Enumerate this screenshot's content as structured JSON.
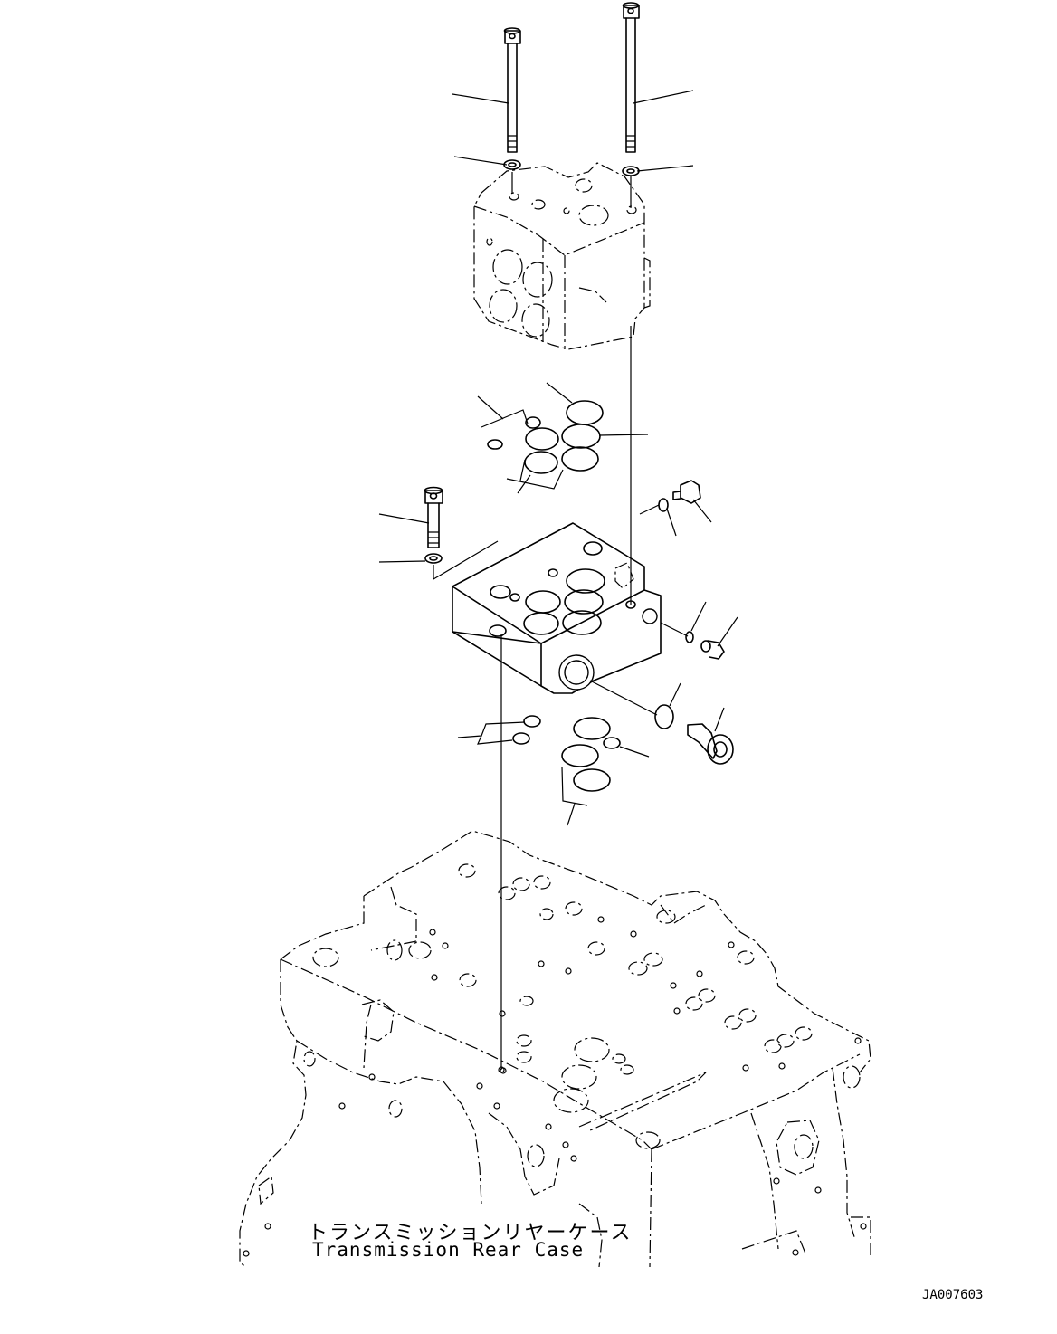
{
  "figure": {
    "case_label_jp": "トランスミッションリヤーケース",
    "case_label_en": "Transmission Rear Case",
    "drawing_code": "JA007603"
  }
}
